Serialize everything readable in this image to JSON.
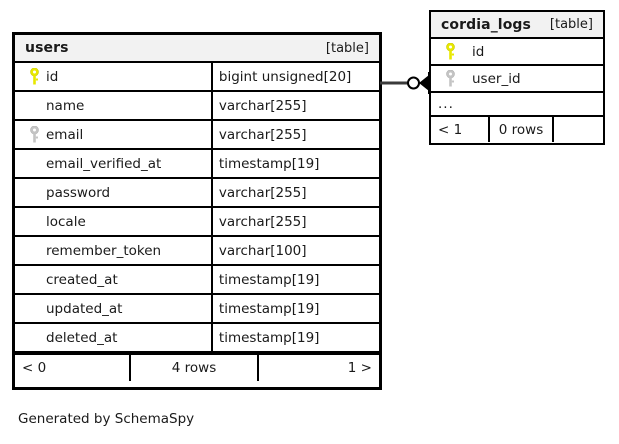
{
  "diagram": {
    "caption": "Generated by SchemaSpy",
    "background": "#ffffff",
    "line_color": "#3a3a3a",
    "border_color": "#000000",
    "header_background": "#f2f2f2",
    "primary_key_color": "#e8e800",
    "index_key_color": "#c0c0c0"
  },
  "tables": {
    "users": {
      "name": "users",
      "kind": "[table]",
      "columns": [
        {
          "key": "primary",
          "key_icon": "key-icon-yellow",
          "name": "id",
          "type": "bigint unsigned[20]"
        },
        {
          "key": "none",
          "key_icon": "",
          "name": "name",
          "type": "varchar[255]"
        },
        {
          "key": "index",
          "key_icon": "key-icon-gray",
          "name": "email",
          "type": "varchar[255]"
        },
        {
          "key": "none",
          "key_icon": "",
          "name": "email_verified_at",
          "type": "timestamp[19]"
        },
        {
          "key": "none",
          "key_icon": "",
          "name": "password",
          "type": "varchar[255]"
        },
        {
          "key": "none",
          "key_icon": "",
          "name": "locale",
          "type": "varchar[255]"
        },
        {
          "key": "none",
          "key_icon": "",
          "name": "remember_token",
          "type": "varchar[100]"
        },
        {
          "key": "none",
          "key_icon": "",
          "name": "created_at",
          "type": "timestamp[19]"
        },
        {
          "key": "none",
          "key_icon": "",
          "name": "updated_at",
          "type": "timestamp[19]"
        },
        {
          "key": "none",
          "key_icon": "",
          "name": "deleted_at",
          "type": "timestamp[19]"
        }
      ],
      "footer": {
        "prev": "< 0",
        "rows": "4 rows",
        "next": "1 >"
      }
    },
    "cordia_logs": {
      "name": "cordia_logs",
      "kind": "[table]",
      "columns": [
        {
          "key": "primary",
          "key_icon": "key-icon-yellow",
          "name": "id",
          "type": ""
        },
        {
          "key": "index",
          "key_icon": "key-icon-gray",
          "name": "user_id",
          "type": ""
        }
      ],
      "more_indicator": "...",
      "footer": {
        "prev": "< 1",
        "rows": "0 rows",
        "next": ""
      }
    }
  },
  "relationships": [
    {
      "from_table": "users",
      "from_column": "id",
      "to_table": "cordia_logs",
      "to_column": "user_id",
      "notation": "crows-foot",
      "from_cardinality": "one",
      "to_cardinality": "zero-or-many"
    }
  ]
}
